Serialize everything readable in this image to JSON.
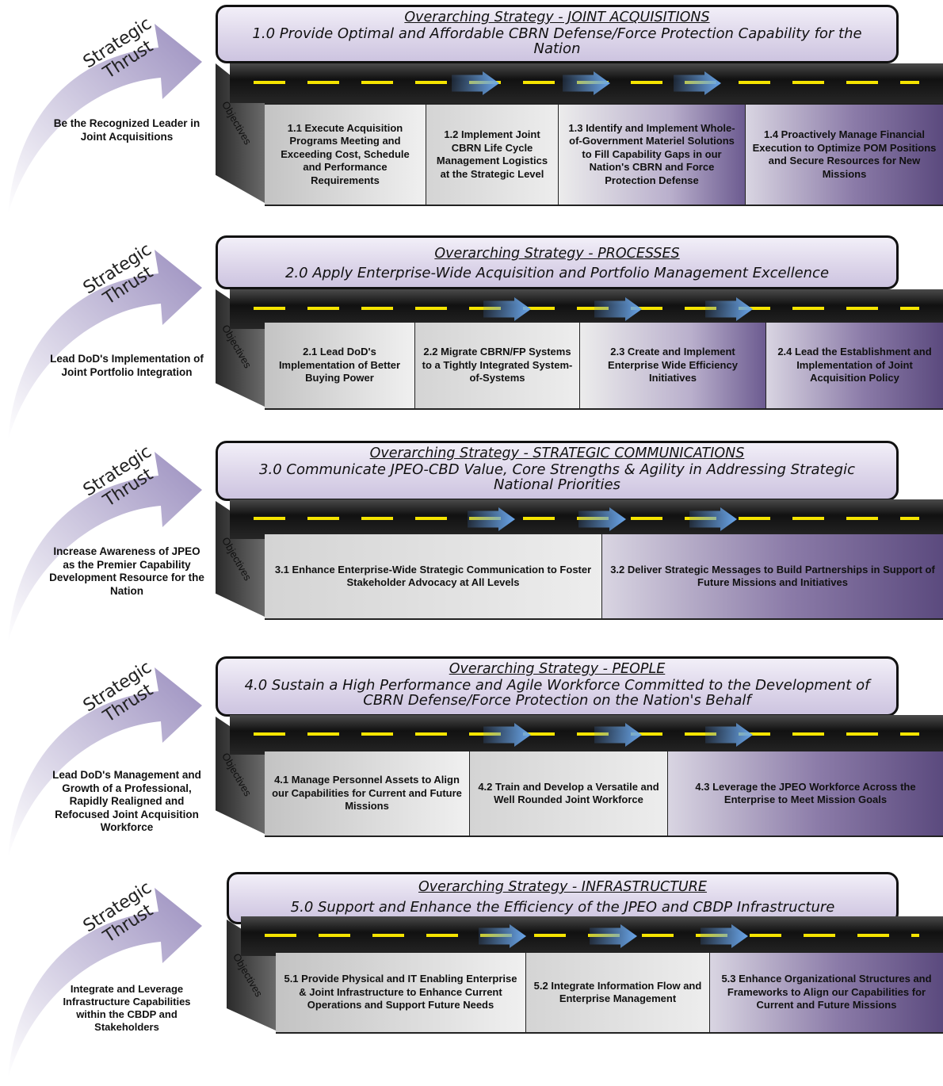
{
  "thrust_label": "Strategic Thrust",
  "side_label": "Objectives",
  "sections": [
    {
      "thrust": "Be the Recognized Leader in Joint Acquisitions",
      "title": "Overarching Strategy - JOINT ACQUISITIONS",
      "goal": "1.0 Provide Optimal and Affordable CBRN Defense/Force Protection Capability for the Nation",
      "objectives": [
        "1.1 Execute Acquisition Programs Meeting and Exceeding Cost, Schedule and Performance Requirements",
        "1.2 Implement Joint CBRN Life Cycle Management Logistics at the Strategic Level",
        "1.3 Identify and Implement Whole-of-Government Materiel Solutions to Fill Capability Gaps in our Nation's CBRN and Force Protection Defense",
        "1.4 Proactively Manage Financial Execution to Optimize POM Positions and Secure Resources for New Missions"
      ]
    },
    {
      "thrust": "Lead DoD's Implementation of Joint Portfolio Integration",
      "title": "Overarching Strategy - PROCESSES",
      "goal": "2.0 Apply Enterprise-Wide Acquisition and Portfolio Management Excellence",
      "objectives": [
        "2.1 Lead DoD's Implementation of Better Buying Power",
        "2.2 Migrate CBRN/FP Systems to a Tightly Integrated System-of-Systems",
        "2.3 Create and Implement Enterprise Wide Efficiency Initiatives",
        "2.4 Lead the Establishment and Implementation of Joint Acquisition Policy"
      ]
    },
    {
      "thrust": "Increase Awareness of JPEO as the Premier Capability Development Resource for the Nation",
      "title": "Overarching Strategy - STRATEGIC COMMUNICATIONS",
      "goal": "3.0 Communicate JPEO-CBD Value, Core Strengths & Agility in Addressing Strategic National Priorities",
      "objectives": [
        "3.1 Enhance Enterprise-Wide Strategic Communication to Foster Stakeholder Advocacy at All Levels",
        "3.2 Deliver Strategic Messages to Build Partnerships in Support of Future Missions and Initiatives"
      ]
    },
    {
      "thrust": "Lead DoD's Management and Growth of a Professional, Rapidly Realigned and Refocused Joint Acquisition Workforce",
      "title": "Overarching Strategy - PEOPLE",
      "goal": "4.0 Sustain a High Performance and Agile Workforce Committed to the Development of CBRN Defense/Force Protection on the Nation's Behalf",
      "objectives": [
        "4.1 Manage Personnel Assets to Align our Capabilities for Current and Future Missions",
        "4.2 Train and Develop a Versatile and Well Rounded Joint Workforce",
        "4.3 Leverage the JPEO Workforce Across the Enterprise to Meet Mission Goals"
      ]
    },
    {
      "thrust": "Integrate and Leverage Infrastructure Capabilities within the CBDP and Stakeholders",
      "title": "Overarching Strategy - INFRASTRUCTURE",
      "goal": "5.0 Support and Enhance the Efficiency of the JPEO and CBDP Infrastructure",
      "objectives": [
        "5.1 Provide Physical and IT Enabling Enterprise & Joint Infrastructure to Enhance Current Operations and Support Future Needs",
        "5.2 Integrate Information Flow and Enterprise Management",
        "5.3 Enhance Organizational Structures and Frameworks to Align our Capabilities for Current and Future Missions"
      ]
    }
  ]
}
